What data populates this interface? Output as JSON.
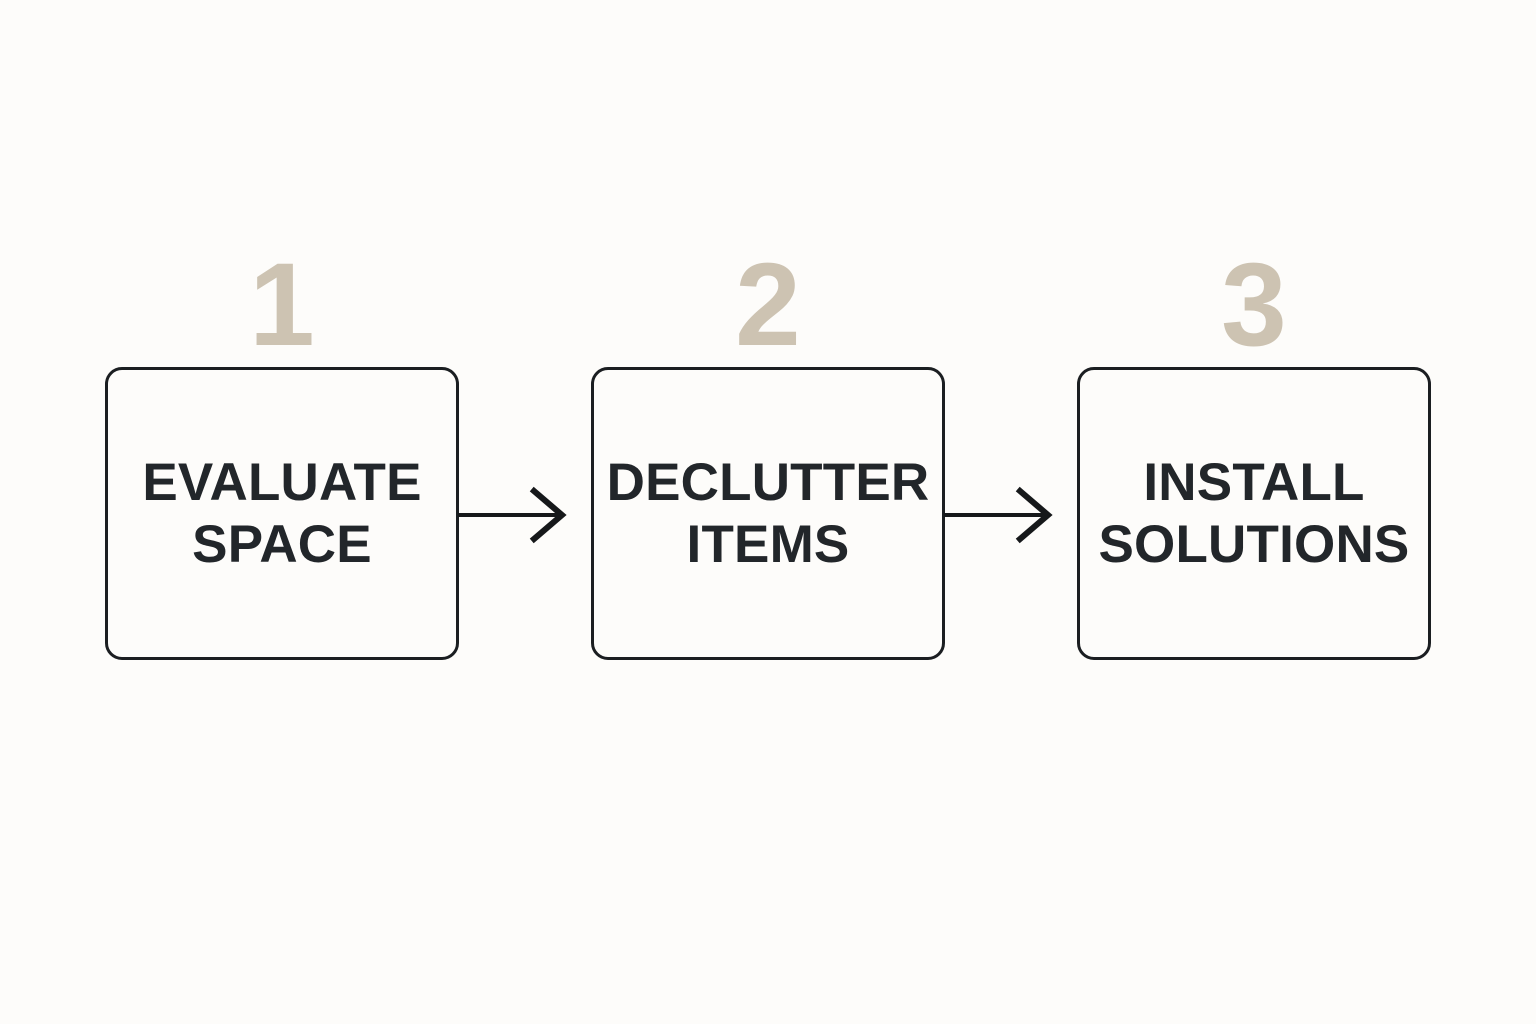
{
  "diagram": {
    "type": "process-flow",
    "orientation": "horizontal",
    "background_color": "#fdfcfa",
    "number_color": "#cdc3b2",
    "box_border_color": "#1b1e21",
    "label_color": "#22262a",
    "arrow_color": "#16181a",
    "steps": [
      {
        "number": "1",
        "label": "EVALUATE\nSPACE",
        "label_line_1": "EVALUATE",
        "label_line_2": "SPACE"
      },
      {
        "number": "2",
        "label": "DECLUTTER\nITEMS",
        "label_line_1": "DECLUTTER",
        "label_line_2": "ITEMS"
      },
      {
        "number": "3",
        "label": "INSTALL\nSOLUTIONS",
        "label_line_1": "INSTALL",
        "label_line_2": "SOLUTIONS"
      }
    ],
    "connectors": [
      {
        "from": "1",
        "to": "2",
        "glyph": "arrow-right"
      },
      {
        "from": "2",
        "to": "3",
        "glyph": "arrow-right"
      }
    ]
  }
}
